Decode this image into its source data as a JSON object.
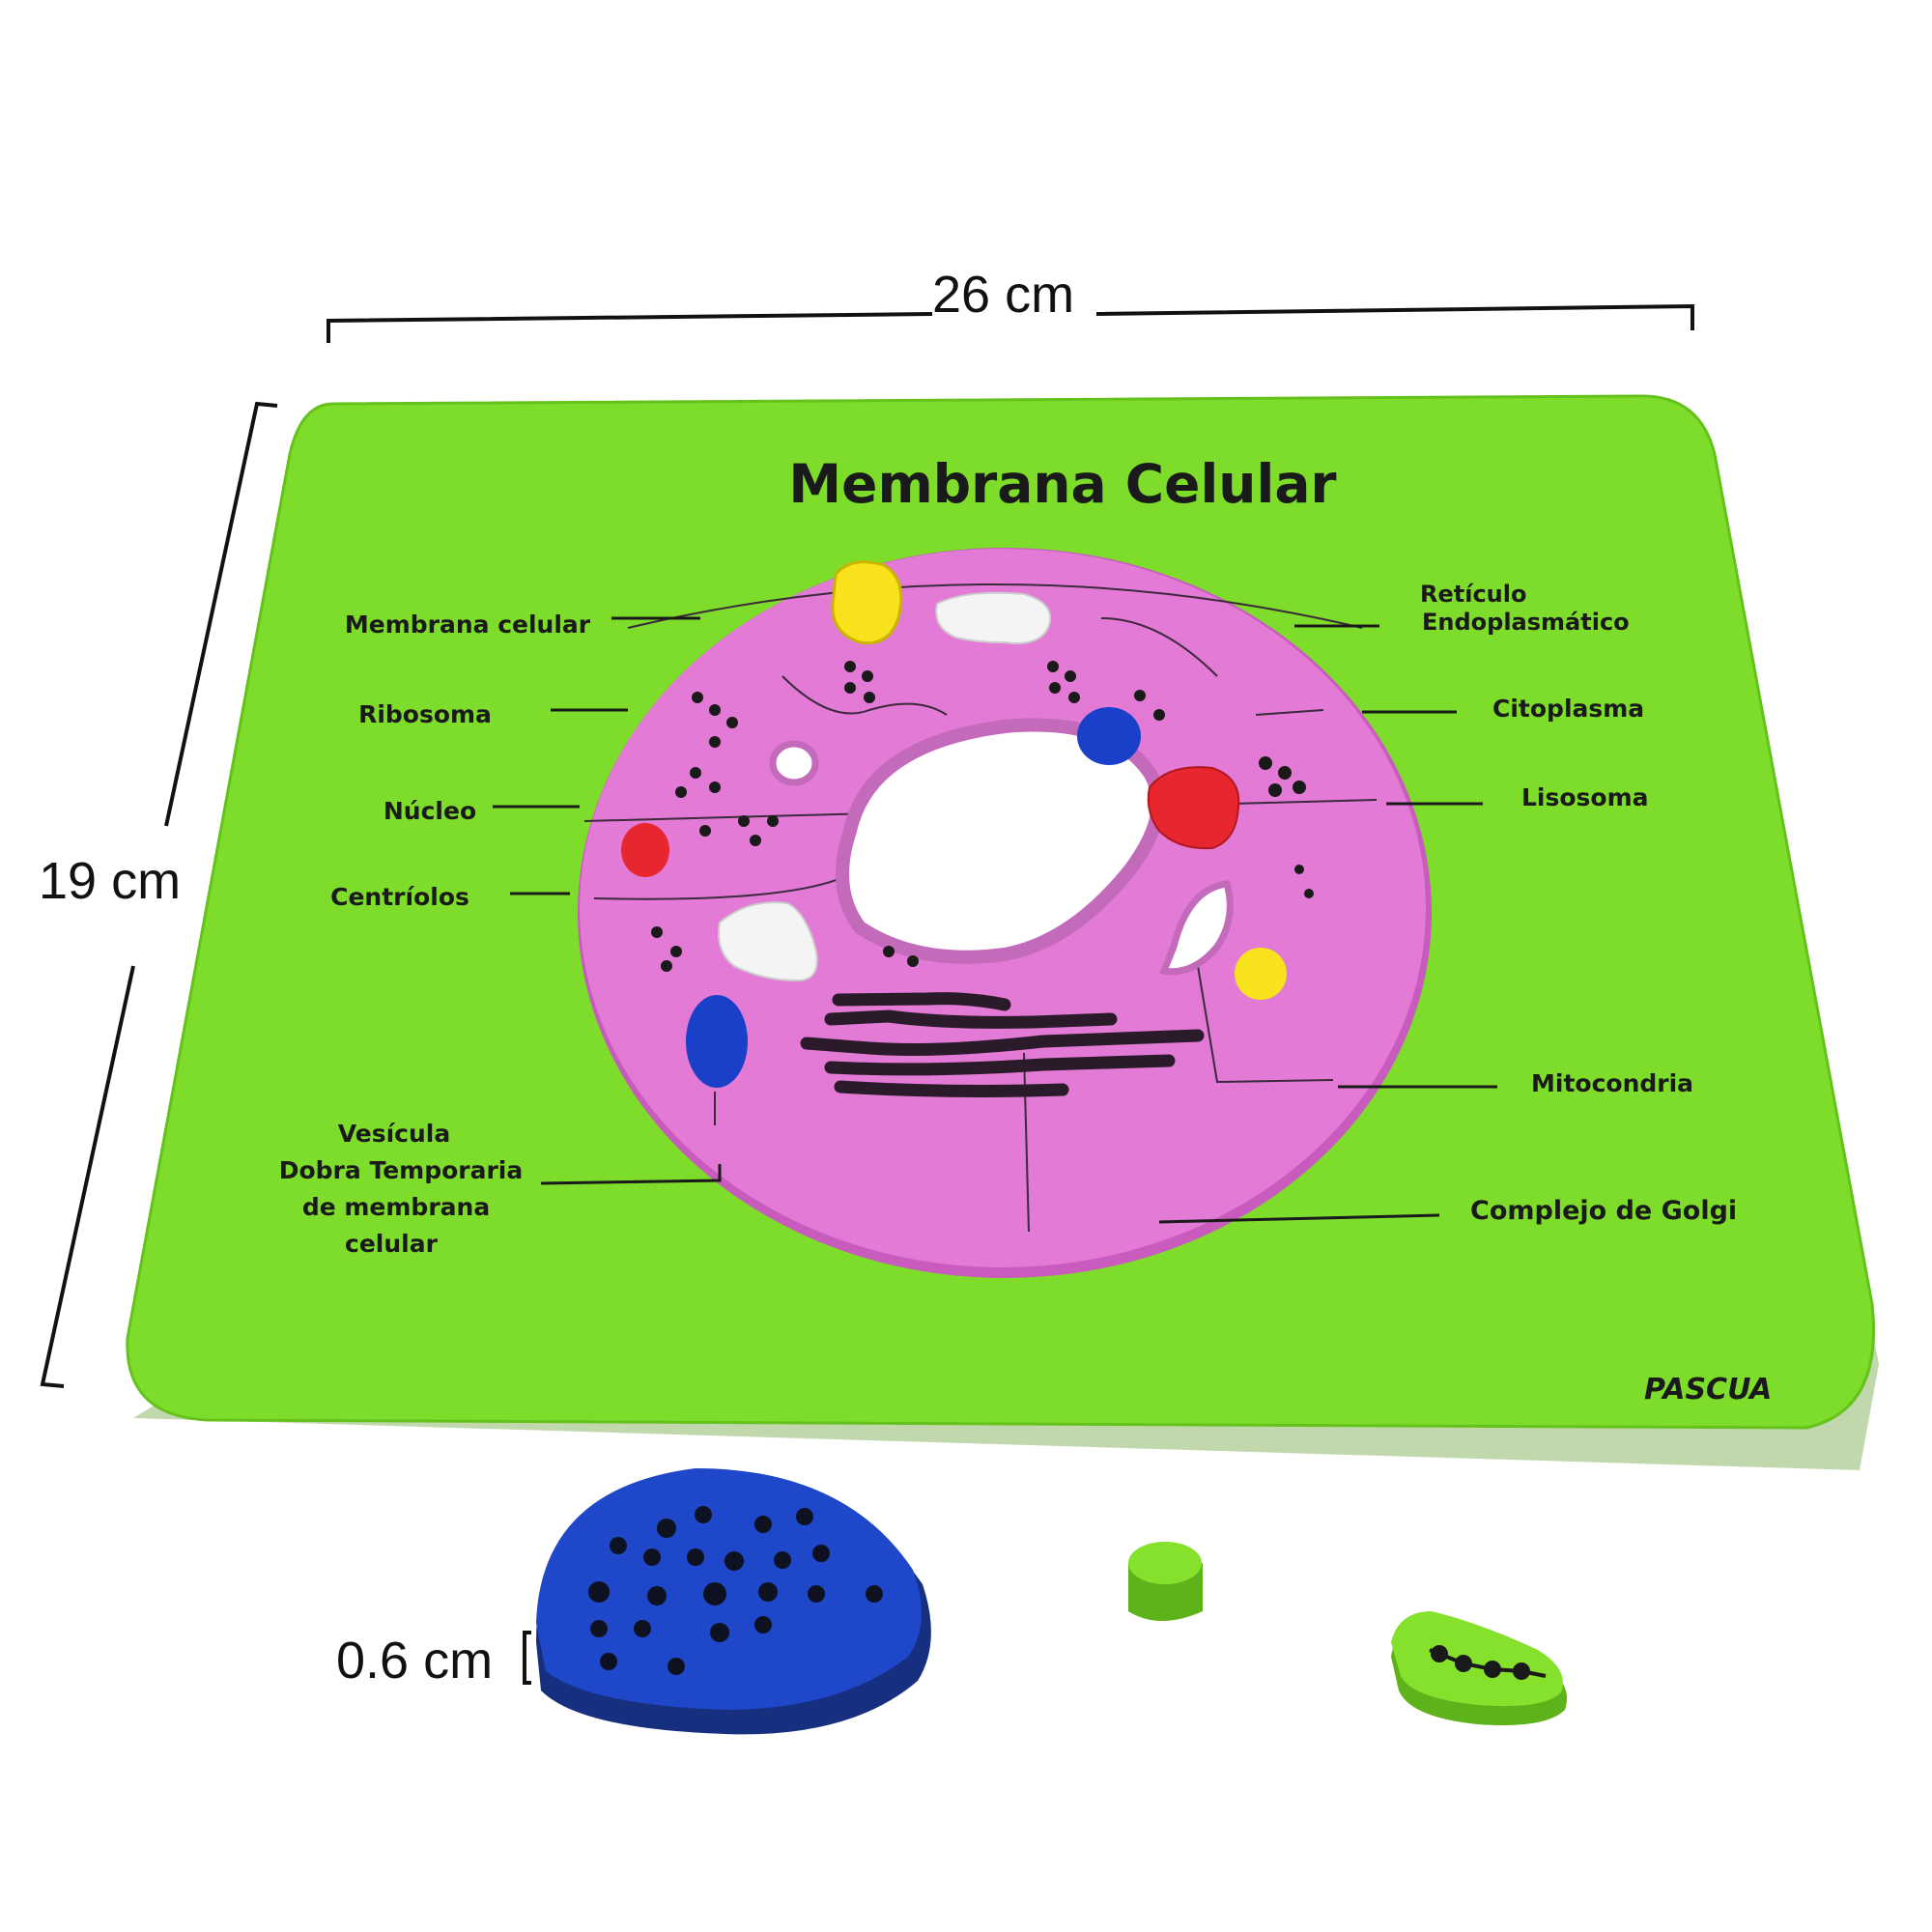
{
  "dimensions": {
    "width": "26 cm",
    "height": "19 cm",
    "thickness": "0.6 cm"
  },
  "board": {
    "title": "Membrana Celular",
    "brand": "PASCUA",
    "labels_left": {
      "membrana": "Membrana celular",
      "ribosoma": "Ribosoma",
      "nucleo": "Núcleo",
      "centriolos": "Centríolos",
      "vesicula_1": "Vesícula",
      "vesicula_2": "Dobra Temporaria",
      "vesicula_3": "de membrana",
      "vesicula_4": "celular"
    },
    "labels_right": {
      "reticulo_1": "Retículo",
      "reticulo_2": "Endoplasmático",
      "citoplasma": "Citoplasma",
      "lisosoma": "Lisosoma",
      "mitocondria": "Mitocondria",
      "golgi": "Complejo de Golgi"
    }
  },
  "colors": {
    "board": "#7edc2a",
    "cell": "#e27ad6",
    "organelle_yellow": "#f7e21b",
    "organelle_red": "#e8262f",
    "organelle_blue": "#1a3fc8",
    "nucleus_piece": "#1e47c9"
  }
}
